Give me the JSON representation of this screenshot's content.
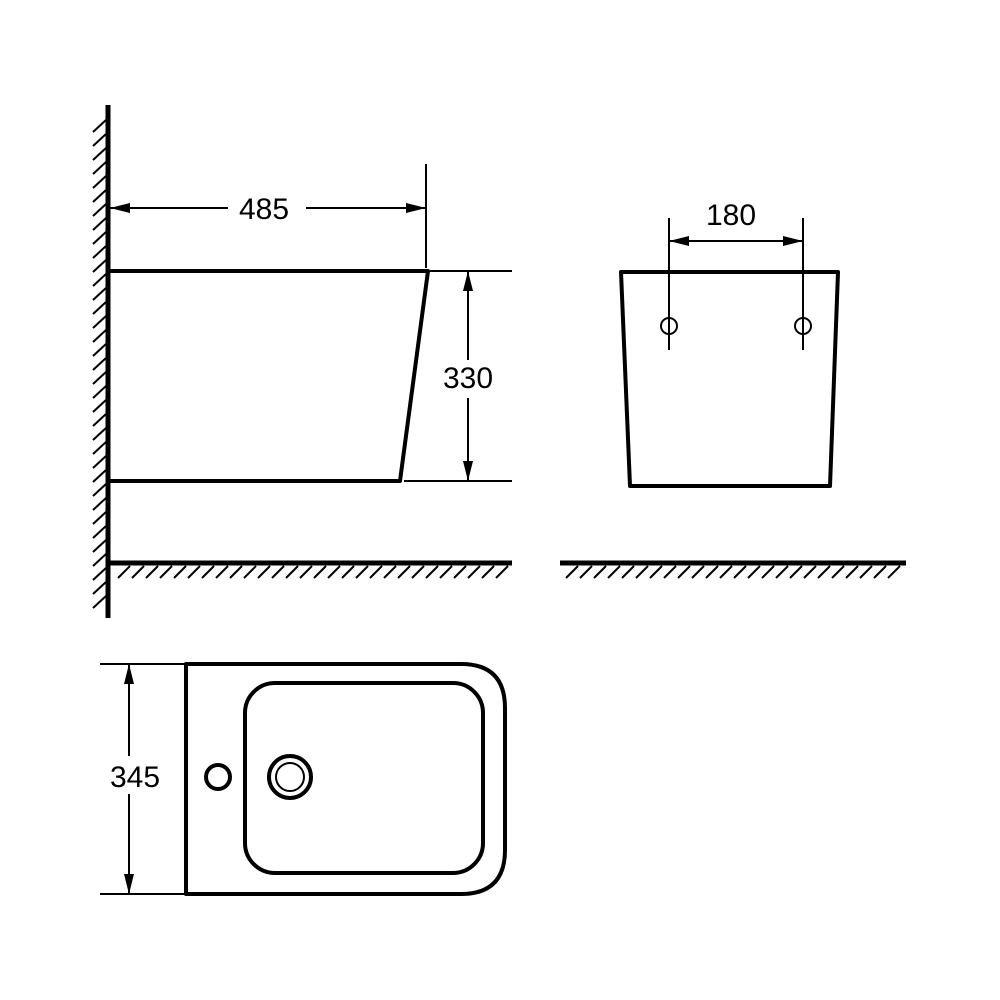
{
  "dimensions": {
    "side_depth": "485",
    "side_height": "330",
    "rear_mount_spacing": "180",
    "top_width": "345"
  },
  "colors": {
    "line": "#000000",
    "background": "#ffffff"
  }
}
